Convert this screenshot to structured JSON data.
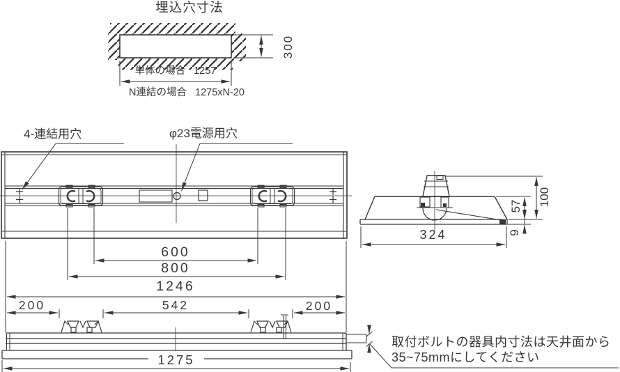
{
  "drawing": {
    "title": "埋込穴寸法",
    "colors": {
      "line": "#3a3634",
      "background": "#ffffff"
    },
    "recess_section": {
      "depth": "300",
      "single_label": "単体の場合",
      "single_value": "1257",
      "linked_label": "N連結の場合",
      "linked_value": "1275xN-20"
    },
    "plan_view": {
      "joint_holes_label": "4-連結用穴",
      "power_hole_label": "φ23電源用穴",
      "dim_inner": "600",
      "dim_middle": "800",
      "dim_length": "1246"
    },
    "side_view": {
      "dim_height_total": "100",
      "dim_height_body": "57",
      "dim_flange": "9",
      "dim_width": "324"
    },
    "bottom_view": {
      "dim_left": "200",
      "dim_center": "542",
      "dim_right": "200",
      "dim_overall": "1275"
    },
    "note": {
      "line1": "取付ボルトの器具内寸法は天井面から",
      "line2": "35~75mmにしてください"
    }
  }
}
